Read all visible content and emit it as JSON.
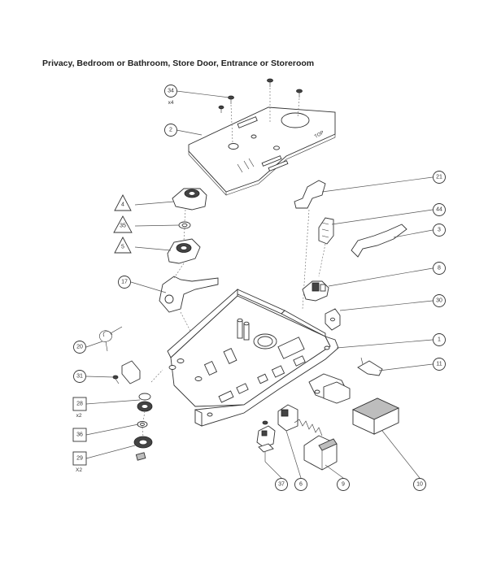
{
  "title": "Privacy, Bedroom or Bathroom, Store Door, Entrance or Storeroom",
  "callouts": {
    "c34": {
      "num": "34",
      "qty": "x4"
    },
    "c2": {
      "num": "2"
    },
    "c4": {
      "num": "4"
    },
    "c35": {
      "num": "35"
    },
    "c5": {
      "num": "5"
    },
    "c17": {
      "num": "17"
    },
    "c20": {
      "num": "20"
    },
    "c31": {
      "num": "31"
    },
    "c28": {
      "num": "28",
      "qty": "x2"
    },
    "c36": {
      "num": "36"
    },
    "c29": {
      "num": "29",
      "qty": "X2"
    },
    "c21": {
      "num": "21"
    },
    "c44": {
      "num": "44"
    },
    "c3": {
      "num": "3"
    },
    "c8": {
      "num": "8"
    },
    "c30": {
      "num": "30"
    },
    "c1": {
      "num": "1"
    },
    "c11": {
      "num": "11"
    },
    "c37": {
      "num": "37"
    },
    "c6": {
      "num": "6"
    },
    "c9": {
      "num": "9"
    },
    "c10": {
      "num": "10"
    }
  },
  "plate_text": "TOP"
}
